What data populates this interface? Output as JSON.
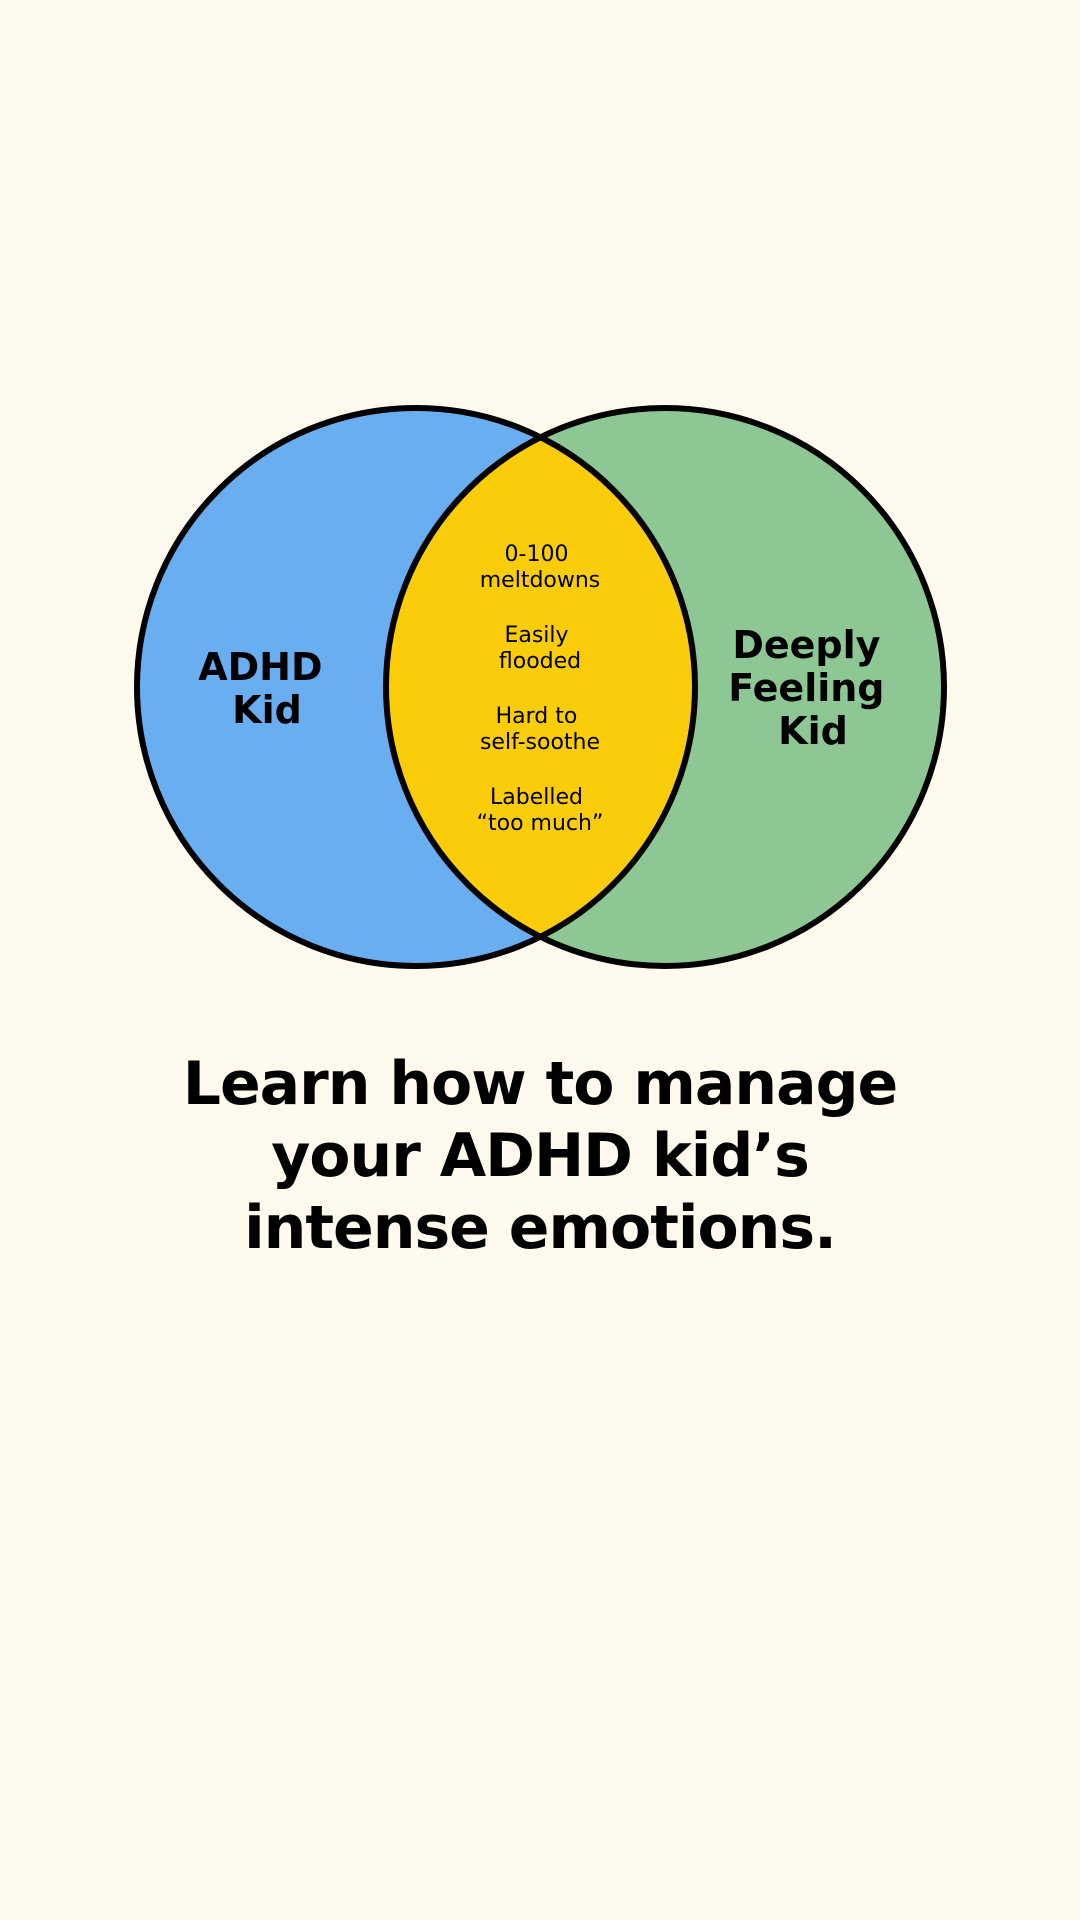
{
  "venn": {
    "left_circle": {
      "label_lines": [
        "ADHD",
        "Kid"
      ],
      "color": "#6aaef2"
    },
    "right_circle": {
      "label_lines": [
        "Deeply",
        "Feeling",
        "Kid"
      ],
      "color": "#8dc794"
    },
    "overlap": {
      "color": "#facc09",
      "items": [
        [
          "0-100",
          "meltdowns"
        ],
        [
          "Easily",
          "flooded"
        ],
        [
          "Hard to",
          "self-soothe"
        ],
        [
          "Labelled",
          "“too much”"
        ]
      ]
    },
    "outline_color": "#000000"
  },
  "headline": {
    "lines": [
      "Learn how to manage",
      "your ADHD kid’s",
      "intense emotions."
    ]
  },
  "background_color": "#fffaed"
}
